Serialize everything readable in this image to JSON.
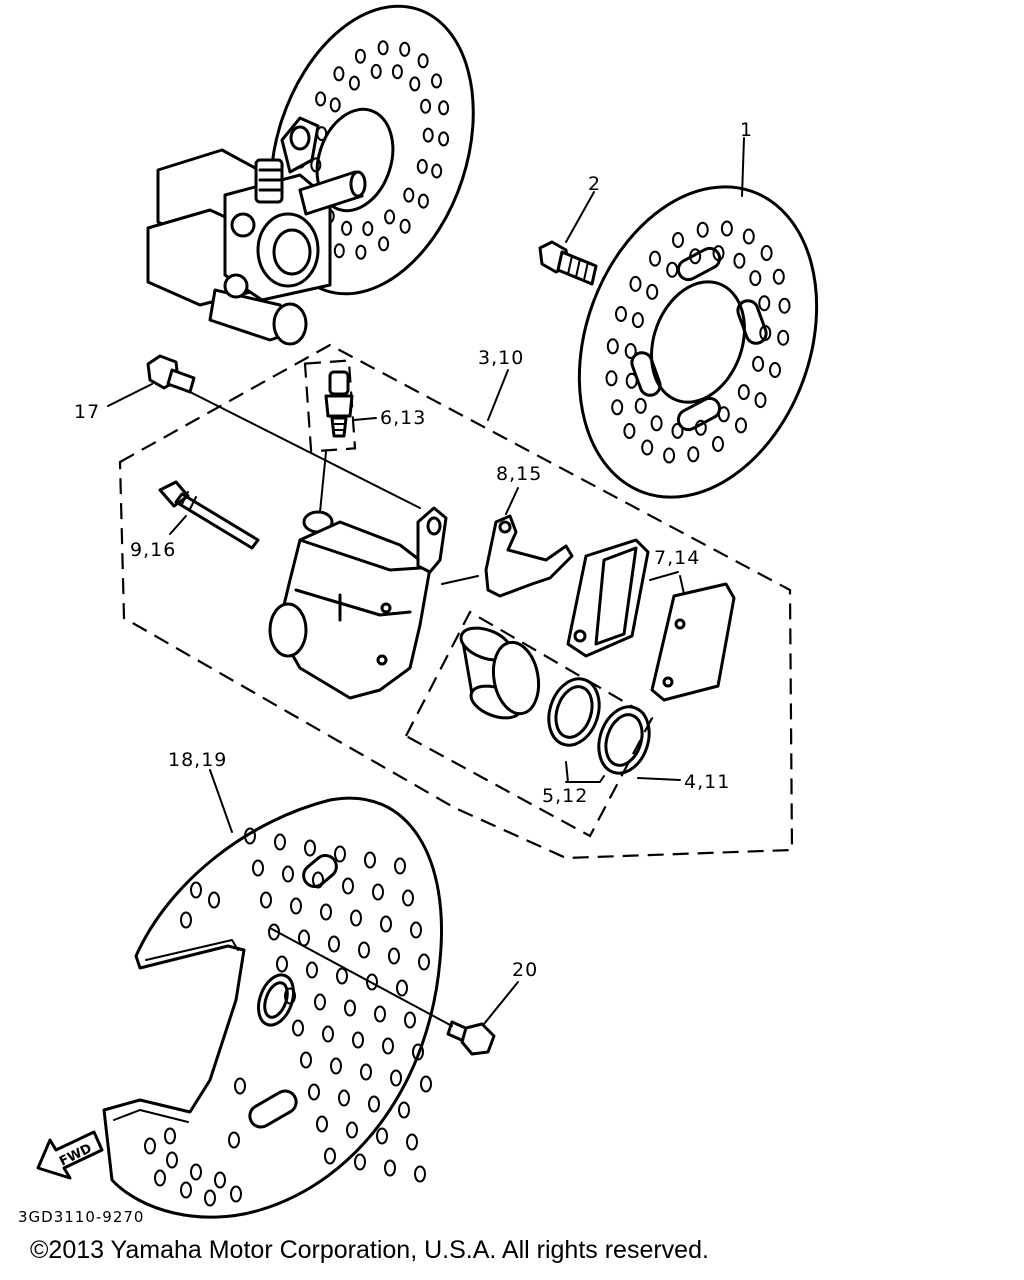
{
  "diagram": {
    "callouts": {
      "c1": "1",
      "c2": "2",
      "c3": "3,10",
      "c4": "4,11",
      "c5": "5,12",
      "c6": "6,13",
      "c7": "7,14",
      "c8": "8,15",
      "c9": "9,16",
      "c17": "17",
      "c18": "18,19",
      "c20": "20"
    },
    "drawing_code": "3GD3110-9270",
    "fwd_label": "FWD"
  },
  "footer": {
    "copyright": "©2013 Yamaha Motor Corporation, U.S.A. All rights reserved."
  }
}
